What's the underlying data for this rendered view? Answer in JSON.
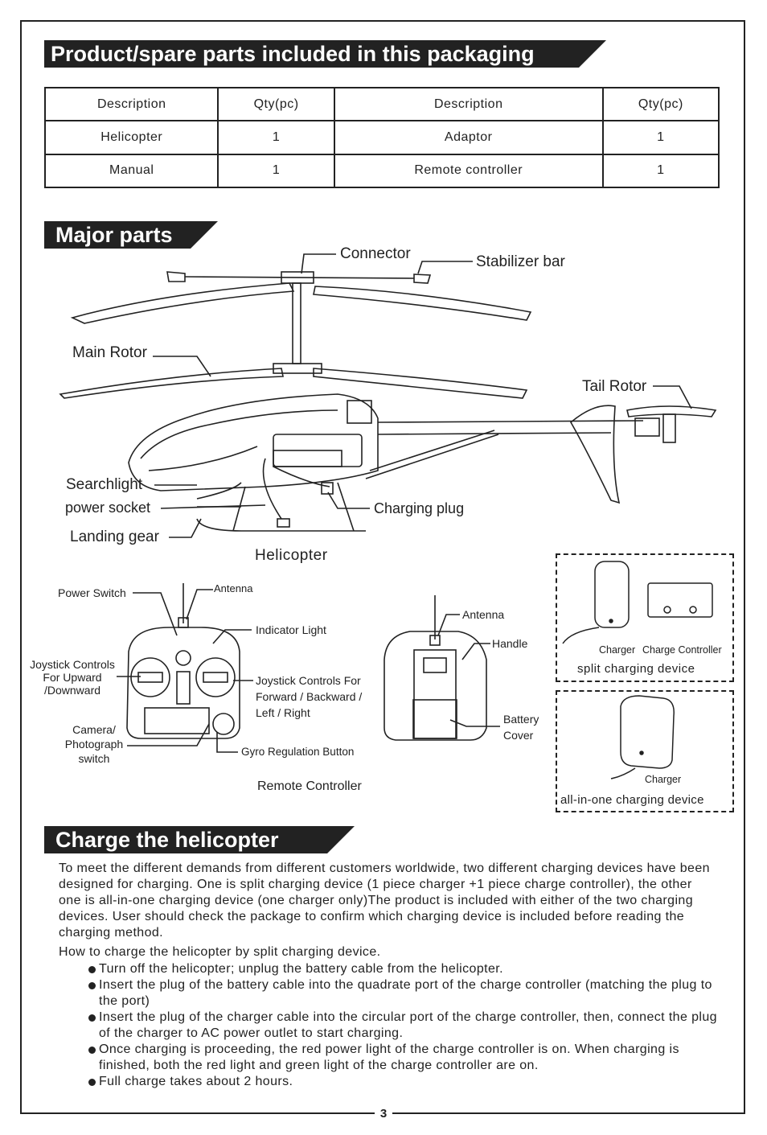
{
  "sections": {
    "parts_title": "Product/spare parts included in this packaging",
    "major_title": "Major parts",
    "charge_title": "Charge the helicopter"
  },
  "parts_table": {
    "headers": [
      "Description",
      "Qty(pc)",
      "Description",
      "Qty(pc)"
    ],
    "rows": [
      [
        "Helicopter",
        "1",
        "Adaptor",
        "1"
      ],
      [
        "Manual",
        "1",
        "Remote controller",
        "1"
      ]
    ]
  },
  "helicopter_labels": {
    "connector": "Connector",
    "stabilizer_bar": "Stabilizer bar",
    "main_rotor": "Main Rotor",
    "tail_rotor": "Tail Rotor",
    "searchlight": "Searchlight",
    "power_socket": "power socket",
    "charging_plug": "Charging plug",
    "landing_gear": "Landing gear",
    "caption": "Helicopter"
  },
  "remote_labels": {
    "power_switch": "Power Switch",
    "antenna": "Antenna",
    "indicator_light": "Indicator Light",
    "joystick_updown": [
      "Joystick Controls",
      "For Upward",
      "/Downward"
    ],
    "joystick_fwd": [
      "Joystick Controls For",
      "Forward / Backward /",
      "Left / Right"
    ],
    "camera_switch": [
      "Camera/",
      "Photograph",
      "switch"
    ],
    "gyro_button": "Gyro Regulation Button",
    "back_antenna": "Antenna",
    "handle": "Handle",
    "battery_cover": [
      "Battery",
      "Cover"
    ],
    "caption": "Remote Controller"
  },
  "charging_devices": {
    "split": {
      "charger": "Charger",
      "charge_controller": "Charge Controller",
      "caption": "split charging device"
    },
    "all_in_one": {
      "charger": "Charger",
      "caption": "all-in-one charging device"
    }
  },
  "charge_text": {
    "intro": "To meet the different demands from different customers worldwide, two different charging devices have been designed for charging. One is split charging device (1 piece charger +1 piece charge controller), the other one is all-in-one charging device (one charger only)The product is included with either of the two charging devices. User should check the package to confirm which charging device is included before reading the charging method.",
    "howto": "How to charge the helicopter by split charging device.",
    "steps": [
      "Turn off the helicopter; unplug the battery cable from the helicopter.",
      "Insert the plug of the battery cable into the quadrate port of the charge controller (matching the plug to the port)",
      "Insert the plug of the charger cable into the circular port of the charge controller, then, connect the plug of the charger to AC power outlet to start charging.",
      "Once charging is proceeding, the red power light of the charge controller is on. When charging is finished, both the red light and green light of the charge controller are on.",
      "Full charge takes about 2 hours."
    ]
  },
  "page_number": "3"
}
